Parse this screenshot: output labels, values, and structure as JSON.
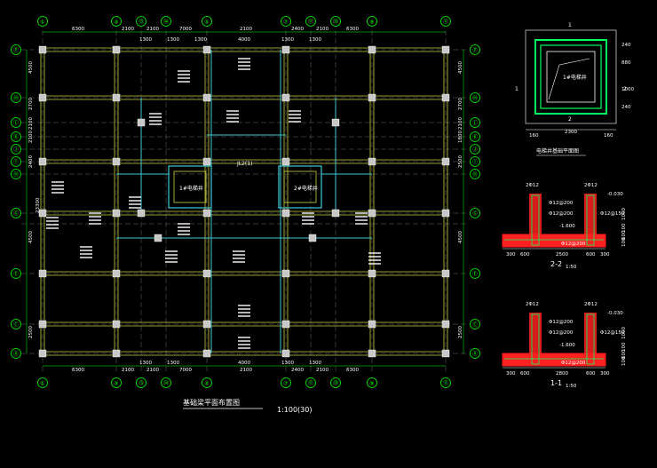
{
  "colors": {
    "background": "#000000",
    "axis": "#00ff00",
    "beam": "#c8d040",
    "beam_alt": "#40c8d8",
    "column": "#c8c8c8",
    "text": "#ffffff",
    "foundation_red": "#ff2020",
    "foundation_green": "#00ff60"
  },
  "plan": {
    "title": "基础梁平面布置图",
    "scale": "1:100(30)",
    "top_axes": [
      "①",
      "③",
      "⑬",
      "⑭",
      "⑤",
      "⑦",
      "⑰",
      "⑲",
      "⑨",
      "⑪"
    ],
    "bottom_axes": [
      "①",
      "③",
      "⑬",
      "⑭",
      "⑤",
      "⑦",
      "⑰",
      "⑲",
      "⑨",
      "⑪"
    ],
    "left_axes": [
      "Ⓟ",
      "Ⓜ",
      "Ⓛ",
      "Ⓚ",
      "Ⓙ",
      "Ⓘ",
      "Ⓗ",
      "Ⓖ",
      "Ⓔ",
      "Ⓒ",
      "Ⓐ"
    ],
    "right_axes": [
      "Ⓟ",
      "Ⓜ",
      "Ⓛ",
      "Ⓚ",
      "Ⓙ",
      "Ⓘ",
      "Ⓗ",
      "Ⓖ",
      "Ⓔ",
      "Ⓒ",
      "Ⓐ"
    ],
    "top_dims": [
      "6300",
      "2100",
      "2100",
      "7000",
      "2100",
      "2400",
      "2100",
      "6300"
    ],
    "top_subdims": [
      "1300",
      "1300",
      "1300",
      "4000",
      "1300",
      "1300"
    ],
    "bottom_dims": [
      "6300",
      "2100",
      "2100",
      "7000",
      "2100",
      "2400",
      "2100",
      "6300"
    ],
    "bottom_subdims": [
      "1300",
      "1300",
      "4000",
      "1300",
      "1300"
    ],
    "left_dims": [
      "4500",
      "2700",
      "2100",
      "2100",
      "2400",
      "4500",
      "2500"
    ],
    "right_dims": [
      "4500",
      "2700",
      "2100",
      "1800",
      "2500",
      "4500",
      "2500"
    ],
    "overall_v": "23300",
    "elevator_label_1": "1#电梯井",
    "elevator_label_2": "2#电梯井",
    "center_beam": "JL2(1)"
  },
  "detail_pit": {
    "title": "电梯井基础平面图",
    "label": "1#电梯井",
    "dims_bottom": [
      "160",
      "2300",
      "160"
    ],
    "dims_right": [
      "240",
      "880",
      "1000",
      "240"
    ],
    "mark_left": "1",
    "mark_right": "2",
    "mark_top": "1",
    "mark_bottom": "2"
  },
  "section_2": {
    "title": "2-2",
    "scale": "1:50",
    "labels": [
      "2Φ12",
      "2Φ12",
      "Φ12@200",
      "Φ12@200",
      "Φ12@150",
      "-1.600",
      "-0.030",
      "Φ12@200"
    ],
    "dims_bottom": [
      "300",
      "600",
      "2500",
      "600",
      "300"
    ],
    "dims_right": [
      "1000",
      "100",
      "600",
      "100"
    ]
  },
  "section_1": {
    "title": "1-1",
    "scale": "1:50",
    "labels": [
      "2Φ12",
      "2Φ12",
      "Φ12@200",
      "Φ12@200",
      "Φ12@150",
      "-1.600",
      "-0.030",
      "Φ12@200"
    ],
    "dims_bottom": [
      "300",
      "600",
      "2800",
      "600",
      "300"
    ],
    "dims_right": [
      "1000",
      "100",
      "600",
      "100"
    ]
  }
}
